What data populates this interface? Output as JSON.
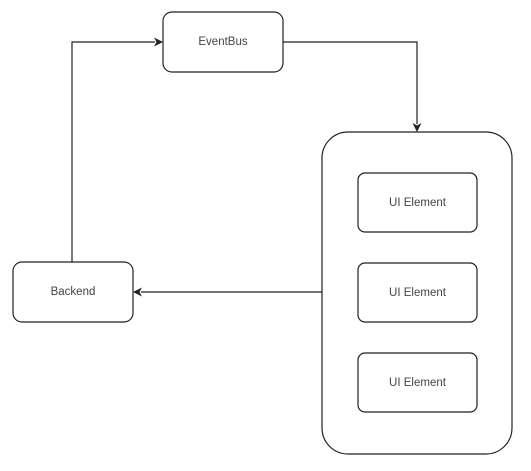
{
  "diagram": {
    "nodes": {
      "eventbus": {
        "label": "EventBus"
      },
      "backend": {
        "label": "Backend"
      },
      "container": {
        "label": ""
      },
      "ui_element_1": {
        "label": "UI Element"
      },
      "ui_element_2": {
        "label": "UI Element"
      },
      "ui_element_3": {
        "label": "UI Element"
      }
    },
    "edges": [
      {
        "from": "backend",
        "to": "eventbus"
      },
      {
        "from": "eventbus",
        "to": "container"
      },
      {
        "from": "container",
        "to": "backend"
      }
    ],
    "colors": {
      "stroke": "#222222",
      "label": "#444444",
      "background": "#ffffff"
    }
  }
}
